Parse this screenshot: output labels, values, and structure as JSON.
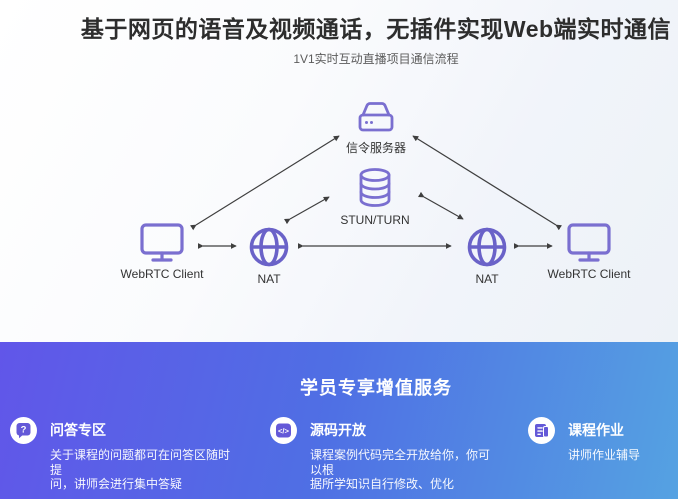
{
  "header": {
    "title": "基于网页的语音及视频通话，无插件实现Web端实时通信",
    "subtitle": "1V1实时互动直播项目通信流程"
  },
  "diagram": {
    "accent_color": "#7a6fd0",
    "arrow_color": "#3f3f3f",
    "nodes": {
      "signal_server": {
        "icon": "server-icon",
        "label": "信令服务器"
      },
      "stun_turn": {
        "icon": "database-icon",
        "label": "STUN/TURN"
      },
      "client_left": {
        "icon": "monitor-icon",
        "label": "WebRTC Client"
      },
      "nat_left": {
        "icon": "globe-icon",
        "label": "NAT"
      },
      "nat_right": {
        "icon": "globe-icon",
        "label": "NAT"
      },
      "client_right": {
        "icon": "monitor-icon",
        "label": "WebRTC Client"
      }
    }
  },
  "services": {
    "heading": "学员专享增值服务",
    "gradient_from": "#6156e9",
    "gradient_to": "#55a2e2",
    "icon_color": "#6459d8",
    "items": [
      {
        "icon": "question-bubble-icon",
        "title": "问答专区",
        "desc": "关于课程的问题都可在问答区随时\n提\n问，讲师会进行集中答疑"
      },
      {
        "icon": "code-icon",
        "title": "源码开放",
        "desc": "课程案例代码完全开放给你，你可\n以根\n据所学知识自行修改、优化"
      },
      {
        "icon": "homework-icon",
        "title": "课程作业",
        "desc": "讲师作业辅导"
      }
    ]
  }
}
